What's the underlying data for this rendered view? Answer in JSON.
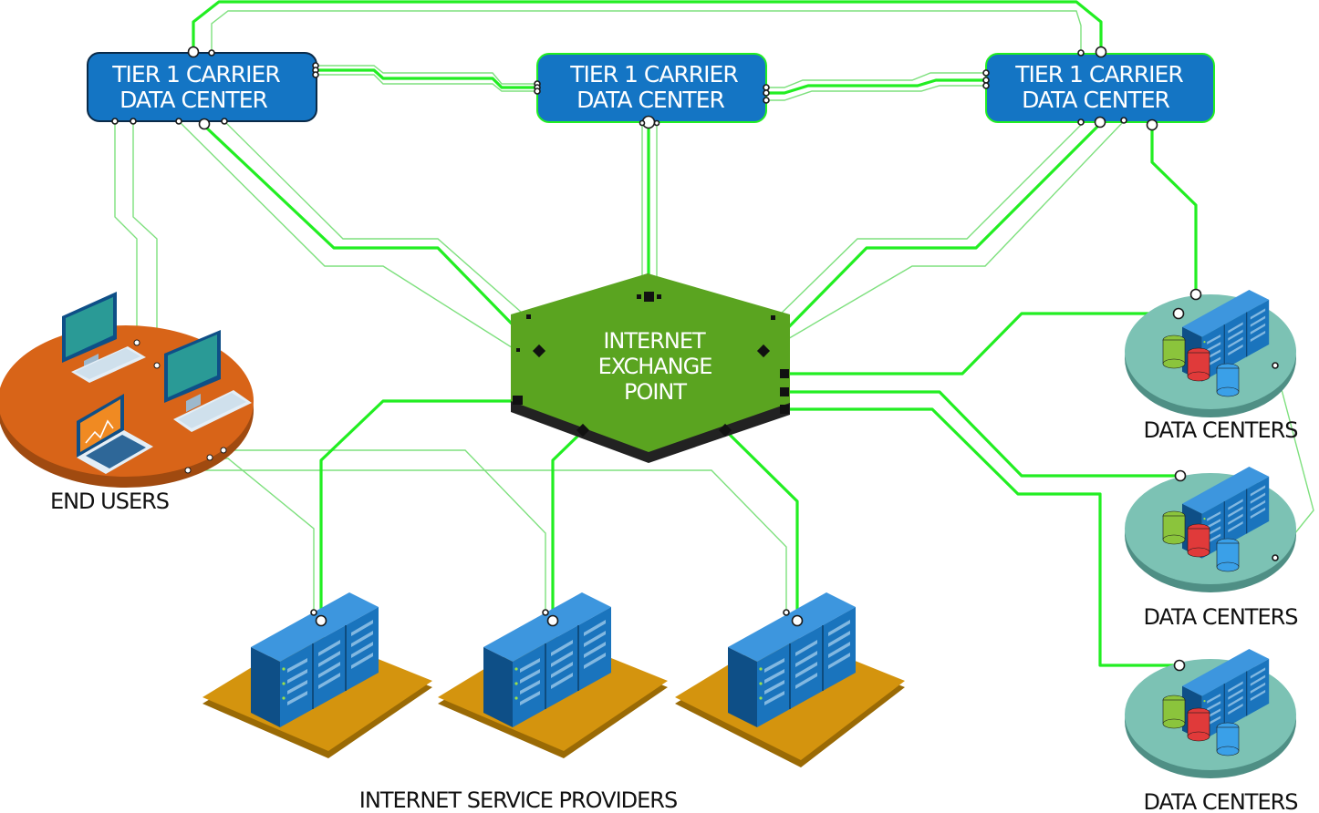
{
  "carriers": [
    {
      "line1": "TIER 1 CARRIER",
      "line2": "DATA CENTER"
    },
    {
      "line1": "TIER 1 CARRIER",
      "line2": "DATA CENTER"
    },
    {
      "line1": "TIER 1 CARRIER",
      "line2": "DATA CENTER"
    }
  ],
  "ixp": {
    "line1": "INTERNET",
    "line2": "EXCHANGE",
    "line3": "POINT"
  },
  "end_users": {
    "label": "END USERS"
  },
  "isp": {
    "label": "INTERNET SERVICE PROVIDERS"
  },
  "data_centers": [
    {
      "label": "DATA CENTERS"
    },
    {
      "label": "DATA CENTERS"
    },
    {
      "label": "DATA CENTERS"
    }
  ],
  "colors": {
    "link_thick": "#22ee22",
    "link_thin": "#7ee07e",
    "carrier_box": "#1475c4",
    "ixp_fill": "#5aa420",
    "end_users_disc": "#d86418",
    "isp_platform": "#d4940e",
    "dc_disc": "#7cc2b4",
    "server_blue": "#1a74bd"
  }
}
